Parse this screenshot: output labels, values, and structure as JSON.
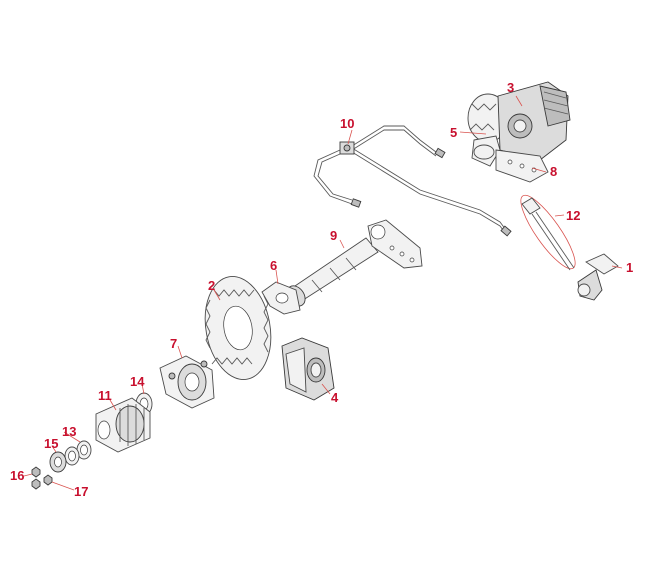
{
  "diagram": {
    "callouts": {
      "c1": "1",
      "c2": "2",
      "c3": "3",
      "c4": "4",
      "c5": "5",
      "c6": "6",
      "c7": "7",
      "c8": "8",
      "c9": "9",
      "c10": "10",
      "c11": "11",
      "c12": "12",
      "c13": "13",
      "c14": "14",
      "c15": "15",
      "c16": "16",
      "c17": "17"
    }
  }
}
